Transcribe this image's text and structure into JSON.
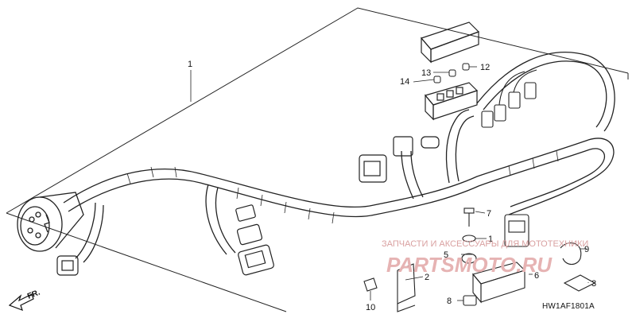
{
  "callouts": {
    "c1": "1",
    "c1b": "1",
    "c2": "2",
    "c3": "3",
    "c5": "5",
    "c6": "6",
    "c7": "7",
    "c8": "8",
    "c9": "9",
    "c10": "10",
    "c12": "12",
    "c13": "13",
    "c14": "14"
  },
  "direction_label": "FR.",
  "diagram_code": "HW1AF1801A",
  "watermark": {
    "top_line": "ЗАПЧАСТИ И АКСЕССУАРЫ ДЛЯ МОТОТЕХНИКИ",
    "site": "PARTSMOTO.RU"
  }
}
